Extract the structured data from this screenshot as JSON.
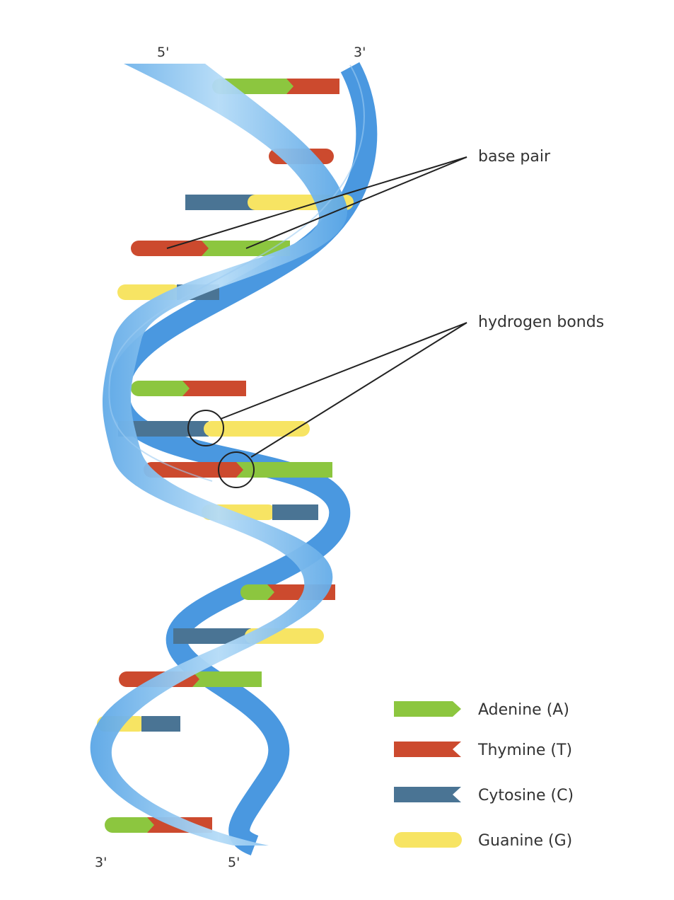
{
  "ends": {
    "top_left": "5'",
    "top_right": "3'",
    "bottom_left": "3'",
    "bottom_right": "5'"
  },
  "callouts": {
    "base_pair": "base pair",
    "hydrogen_bonds": "hydrogen bonds"
  },
  "legend": [
    {
      "label": "Adenine (A)",
      "color": "#8cc63f",
      "shape": "arrow"
    },
    {
      "label": "Thymine (T)",
      "color": "#cc4a2e",
      "shape": "notch"
    },
    {
      "label": "Cytosine (C)",
      "color": "#4a7494",
      "shape": "notch"
    },
    {
      "label": "Guanine (G)",
      "color": "#f7e463",
      "shape": "round"
    }
  ],
  "colors": {
    "backbone_light": "#a8d4f5",
    "backbone_mid": "#7fbcec",
    "backbone_dark": "#4a98e0"
  }
}
